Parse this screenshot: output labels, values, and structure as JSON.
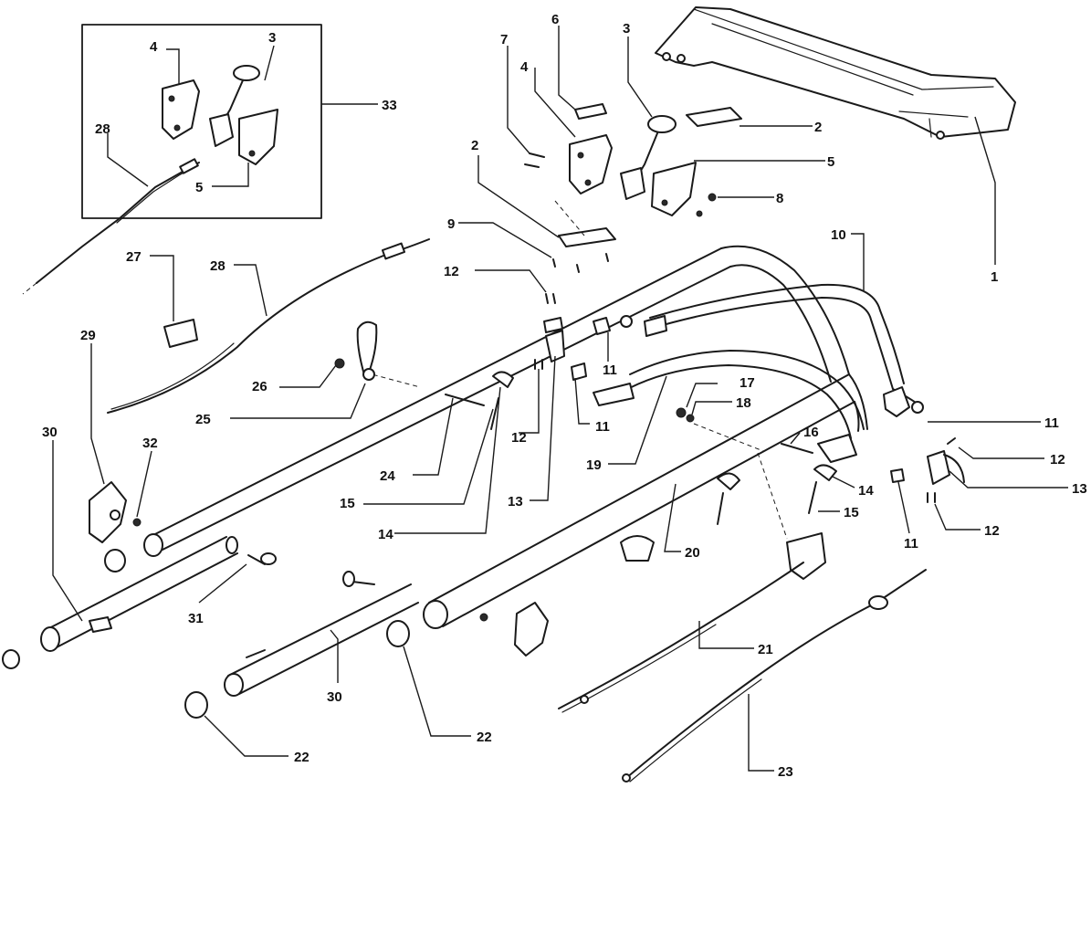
{
  "callouts": [
    {
      "id": "c1",
      "label": "1"
    },
    {
      "id": "c2a",
      "label": "2"
    },
    {
      "id": "c2b",
      "label": "2"
    },
    {
      "id": "c3a",
      "label": "3"
    },
    {
      "id": "c3b",
      "label": "3"
    },
    {
      "id": "c4a",
      "label": "4"
    },
    {
      "id": "c4b",
      "label": "4"
    },
    {
      "id": "c5a",
      "label": "5"
    },
    {
      "id": "c5b",
      "label": "5"
    },
    {
      "id": "c6",
      "label": "6"
    },
    {
      "id": "c7",
      "label": "7"
    },
    {
      "id": "c8",
      "label": "8"
    },
    {
      "id": "c9",
      "label": "9"
    },
    {
      "id": "c10",
      "label": "10"
    },
    {
      "id": "c11a",
      "label": "11"
    },
    {
      "id": "c11b",
      "label": "11"
    },
    {
      "id": "c11c",
      "label": "11"
    },
    {
      "id": "c11d",
      "label": "11"
    },
    {
      "id": "c12a",
      "label": "12"
    },
    {
      "id": "c12b",
      "label": "12"
    },
    {
      "id": "c12c",
      "label": "12"
    },
    {
      "id": "c12d",
      "label": "12"
    },
    {
      "id": "c13a",
      "label": "13"
    },
    {
      "id": "c13b",
      "label": "13"
    },
    {
      "id": "c14a",
      "label": "14"
    },
    {
      "id": "c14b",
      "label": "14"
    },
    {
      "id": "c15a",
      "label": "15"
    },
    {
      "id": "c15b",
      "label": "15"
    },
    {
      "id": "c16",
      "label": "16"
    },
    {
      "id": "c17",
      "label": "17"
    },
    {
      "id": "c18",
      "label": "18"
    },
    {
      "id": "c19",
      "label": "19"
    },
    {
      "id": "c20",
      "label": "20"
    },
    {
      "id": "c21",
      "label": "21"
    },
    {
      "id": "c22a",
      "label": "22"
    },
    {
      "id": "c22b",
      "label": "22"
    },
    {
      "id": "c23",
      "label": "23"
    },
    {
      "id": "c24",
      "label": "24"
    },
    {
      "id": "c25",
      "label": "25"
    },
    {
      "id": "c26",
      "label": "26"
    },
    {
      "id": "c27",
      "label": "27"
    },
    {
      "id": "c28a",
      "label": "28"
    },
    {
      "id": "c28b",
      "label": "28"
    },
    {
      "id": "c29",
      "label": "29"
    },
    {
      "id": "c30a",
      "label": "30"
    },
    {
      "id": "c30b",
      "label": "30"
    },
    {
      "id": "c31",
      "label": "31"
    },
    {
      "id": "c32",
      "label": "32"
    },
    {
      "id": "c33",
      "label": "33"
    }
  ]
}
